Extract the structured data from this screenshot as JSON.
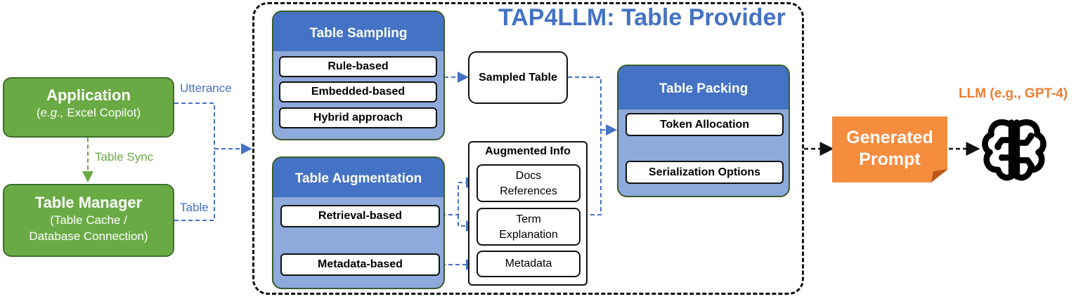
{
  "application": {
    "title": "Application",
    "subtitle_italic": "e.g.,",
    "subtitle_rest": " Excel Copilot)",
    "subtitle_open": "("
  },
  "table_manager": {
    "title": "Table Manager",
    "line1": "(Table Cache /",
    "line2": "Database Connection)"
  },
  "edges": {
    "utterance": "Utterance",
    "table": "Table",
    "table_sync": "Table Sync"
  },
  "provider": {
    "title": "TAP4LLM: Table Provider"
  },
  "sampling": {
    "title": "Table Sampling",
    "items": [
      "Rule-based",
      "Embedded-based",
      "Hybrid approach"
    ]
  },
  "augmentation": {
    "title": "Table Augmentation",
    "items": [
      "Retrieval-based",
      "Metadata-based"
    ]
  },
  "sampled_table": {
    "label": "Sampled Table"
  },
  "augmented_info": {
    "title": "Augmented Info",
    "items": [
      [
        "Docs",
        "References"
      ],
      [
        "Term",
        "Explanation"
      ],
      [
        "Metadata"
      ]
    ]
  },
  "packing": {
    "title": "Table Packing",
    "items": [
      "Token Allocation",
      "Serialization Options"
    ]
  },
  "prompt": {
    "line1": "Generated",
    "line2": "Prompt"
  },
  "llm": {
    "label": "LLM (e.g., GPT-4)",
    "icon": "brain-icon"
  },
  "colors": {
    "green": "#6aaa45",
    "blue": "#4472c4",
    "panel": "#8ea9db",
    "orange": "#f58c3e",
    "llm_text": "#ed7d31"
  }
}
